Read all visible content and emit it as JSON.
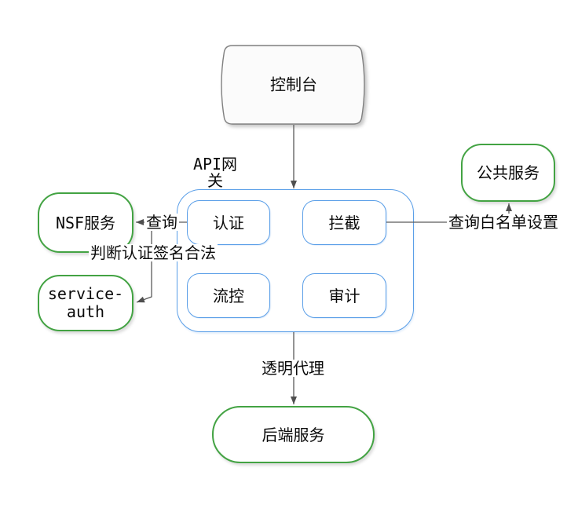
{
  "colors": {
    "blue": "#5b9fe8",
    "green": "#43a343",
    "grey": "#808080",
    "line": "#5a5a5a",
    "text": "#0a0a0a"
  },
  "nodes": {
    "console": {
      "label": "控制台"
    },
    "api_gateway": {
      "label_line1": "API网",
      "label_line2": "关"
    },
    "auth": {
      "label": "认证"
    },
    "intercept": {
      "label": "拦截"
    },
    "flow_control": {
      "label": "流控"
    },
    "audit": {
      "label": "审计"
    },
    "nsf_service": {
      "label": "NSF服务"
    },
    "service_auth": {
      "label_line1": "service-",
      "label_line2": "auth"
    },
    "public_service": {
      "label": "公共服务"
    },
    "backend_service": {
      "label": "后端服务"
    }
  },
  "edges": {
    "auth_to_nsf": {
      "label": "查询"
    },
    "auth_to_service_auth": {
      "label": "判断认证签名合法"
    },
    "intercept_to_public": {
      "label": "查询白名单设置"
    },
    "gateway_to_backend": {
      "label": "透明代理"
    }
  }
}
